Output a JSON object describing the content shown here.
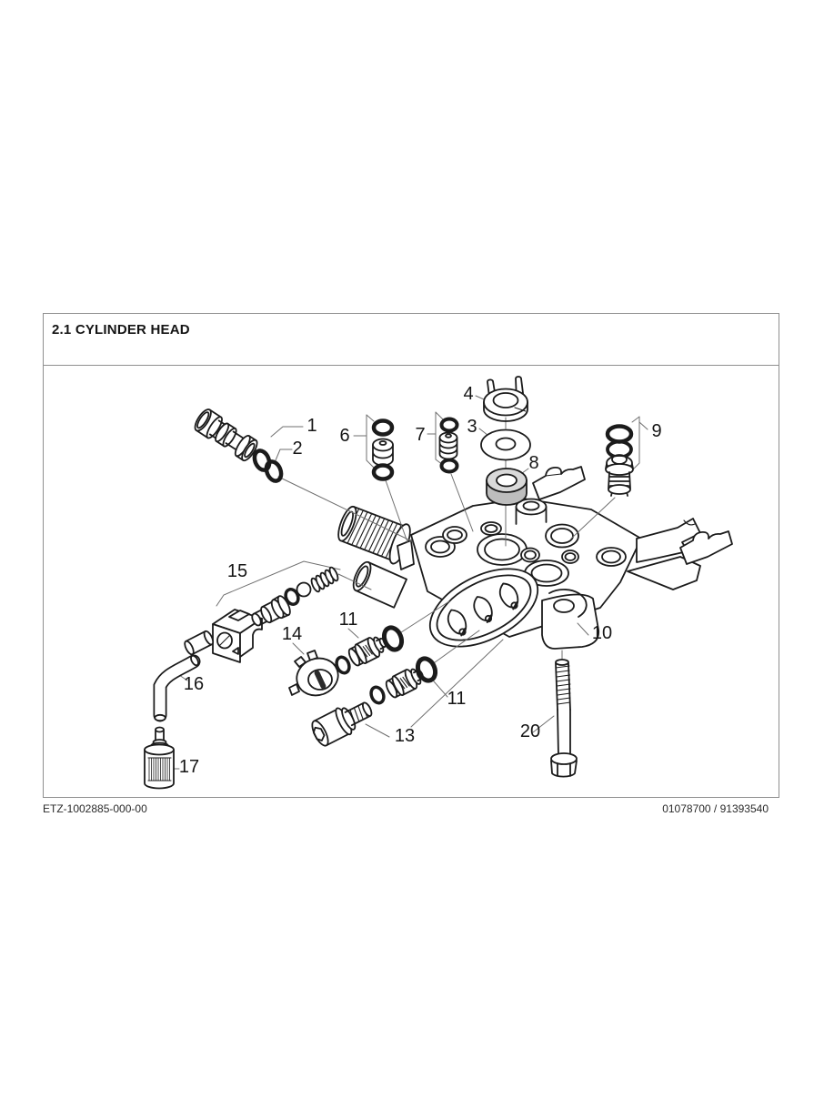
{
  "figure": {
    "title": "2.1 CYLINDER HEAD",
    "footer_left": "ETZ-1002885-000-00",
    "footer_right": "01078700 / 91393540"
  },
  "diagram": {
    "type": "exploded-parts-diagram",
    "colors": {
      "line": "#1b1b1b",
      "leader": "#6f6f6f",
      "seal_shade": "#bdbdbd"
    },
    "callouts": [
      {
        "text": "1"
      },
      {
        "text": "2"
      },
      {
        "text": "3"
      },
      {
        "text": "4"
      },
      {
        "text": "6"
      },
      {
        "text": "7"
      },
      {
        "text": "8"
      },
      {
        "text": "9"
      },
      {
        "text": "10"
      },
      {
        "text": "11"
      },
      {
        "text": "11"
      },
      {
        "text": "13"
      },
      {
        "text": "14"
      },
      {
        "text": "15"
      },
      {
        "text": "16"
      },
      {
        "text": "17"
      },
      {
        "text": "20"
      }
    ]
  }
}
